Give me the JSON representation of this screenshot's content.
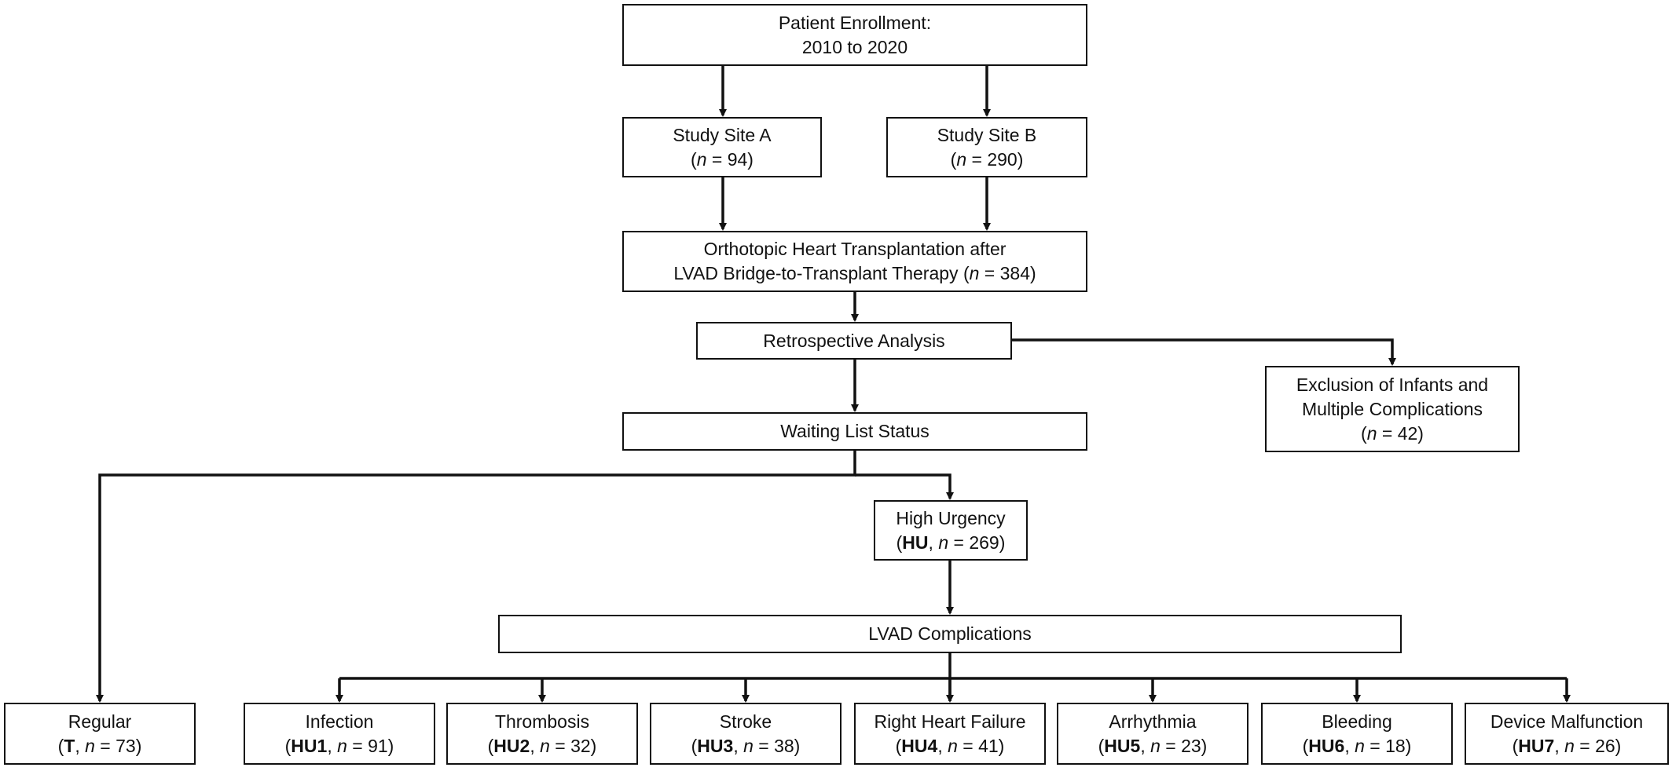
{
  "enrollment": {
    "title": "Patient Enrollment:",
    "period": "2010 to 2020"
  },
  "site_a": {
    "name": "Study Site A",
    "n_prefix": "(",
    "n_var": "n",
    "n_value": " = 94)"
  },
  "site_b": {
    "name": "Study Site B",
    "n_prefix": "(",
    "n_var": "n",
    "n_value": " = 290)"
  },
  "transplant": {
    "line1": "Orthotopic Heart Transplantation after",
    "line2_prefix": "LVAD Bridge-to-Transplant Therapy (",
    "n_var": "n",
    "n_value": " = 384)"
  },
  "retrospective": {
    "label": "Retrospective Analysis"
  },
  "exclusion": {
    "line1": "Exclusion of Infants and",
    "line2": "Multiple Complications",
    "n_prefix": "(",
    "n_var": "n",
    "n_value": " = 42)"
  },
  "waiting": {
    "label": "Waiting List Status"
  },
  "high_urgency": {
    "line1": "High Urgency",
    "prefix": "(",
    "code": "HU",
    "sep": ", ",
    "n_var": "n",
    "n_value": " = 269)"
  },
  "complications": {
    "label": "LVAD Complications"
  },
  "regular": {
    "name": "Regular",
    "prefix": "(",
    "code": "T",
    "sep": ", ",
    "n_var": "n",
    "n_value": " = 73)"
  },
  "groups": [
    {
      "name": "Infection",
      "prefix": "(",
      "code": "HU1",
      "sep": ", ",
      "n_var": "n",
      "n_value": " = 91)"
    },
    {
      "name": "Thrombosis",
      "prefix": "(",
      "code": "HU2",
      "sep": ", ",
      "n_var": "n",
      "n_value": " = 32)"
    },
    {
      "name": "Stroke",
      "prefix": "(",
      "code": "HU3",
      "sep": ", ",
      "n_var": "n",
      "n_value": " = 38)"
    },
    {
      "name": "Right Heart Failure",
      "prefix": "(",
      "code": "HU4",
      "sep": ", ",
      "n_var": "n",
      "n_value": " = 41)"
    },
    {
      "name": "Arrhythmia",
      "prefix": "(",
      "code": "HU5",
      "sep": ", ",
      "n_var": "n",
      "n_value": " = 23)"
    },
    {
      "name": "Bleeding",
      "prefix": "(",
      "code": "HU6",
      "sep": ", ",
      "n_var": "n",
      "n_value": " = 18)"
    },
    {
      "name": "Device Malfunction",
      "prefix": "(",
      "code": "HU7",
      "sep": ", ",
      "n_var": "n",
      "n_value": " = 26)"
    }
  ],
  "colors": {
    "stroke": "#111111",
    "background": "#ffffff"
  }
}
